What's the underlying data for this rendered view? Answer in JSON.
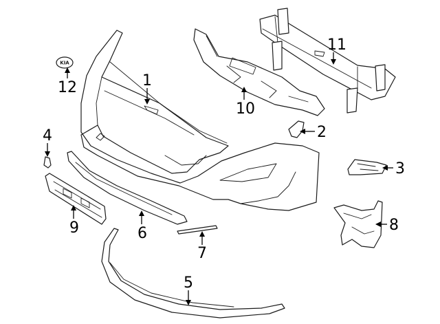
{
  "diagram": {
    "emblem_text": "KIA",
    "colors": {
      "line": "#1a1a1a",
      "background": "#ffffff"
    },
    "callouts": [
      {
        "id": "1",
        "label": "1"
      },
      {
        "id": "2",
        "label": "2"
      },
      {
        "id": "3",
        "label": "3"
      },
      {
        "id": "4",
        "label": "4"
      },
      {
        "id": "5",
        "label": "5"
      },
      {
        "id": "6",
        "label": "6"
      },
      {
        "id": "7",
        "label": "7"
      },
      {
        "id": "8",
        "label": "8"
      },
      {
        "id": "9",
        "label": "9"
      },
      {
        "id": "10",
        "label": "10"
      },
      {
        "id": "11",
        "label": "11"
      },
      {
        "id": "12",
        "label": "12"
      }
    ]
  }
}
